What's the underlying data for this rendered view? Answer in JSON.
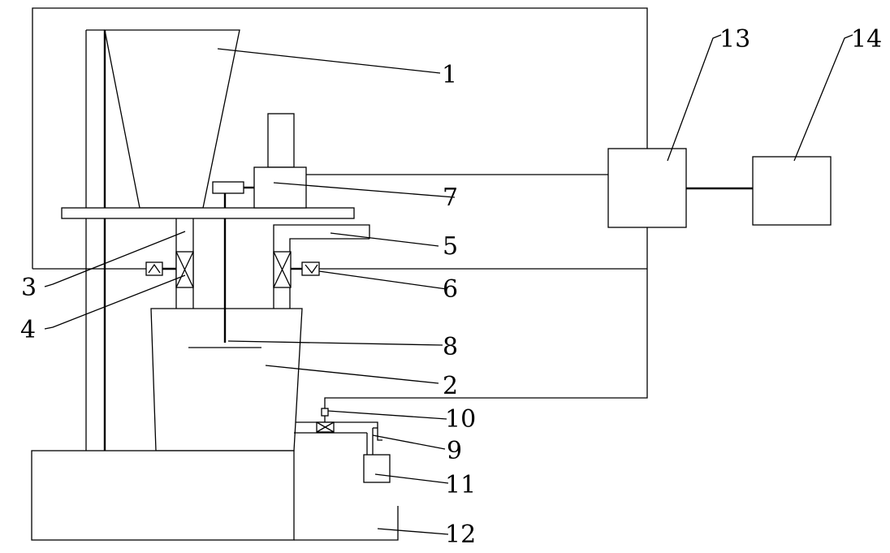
{
  "diagram": {
    "labels": {
      "l1": "1",
      "l2": "2",
      "l3": "3",
      "l4": "4",
      "l5": "5",
      "l6": "6",
      "l7": "7",
      "l8": "8",
      "l9": "9",
      "l10": "10",
      "l11": "11",
      "l12": "12",
      "l13": "13",
      "l14": "14"
    }
  }
}
